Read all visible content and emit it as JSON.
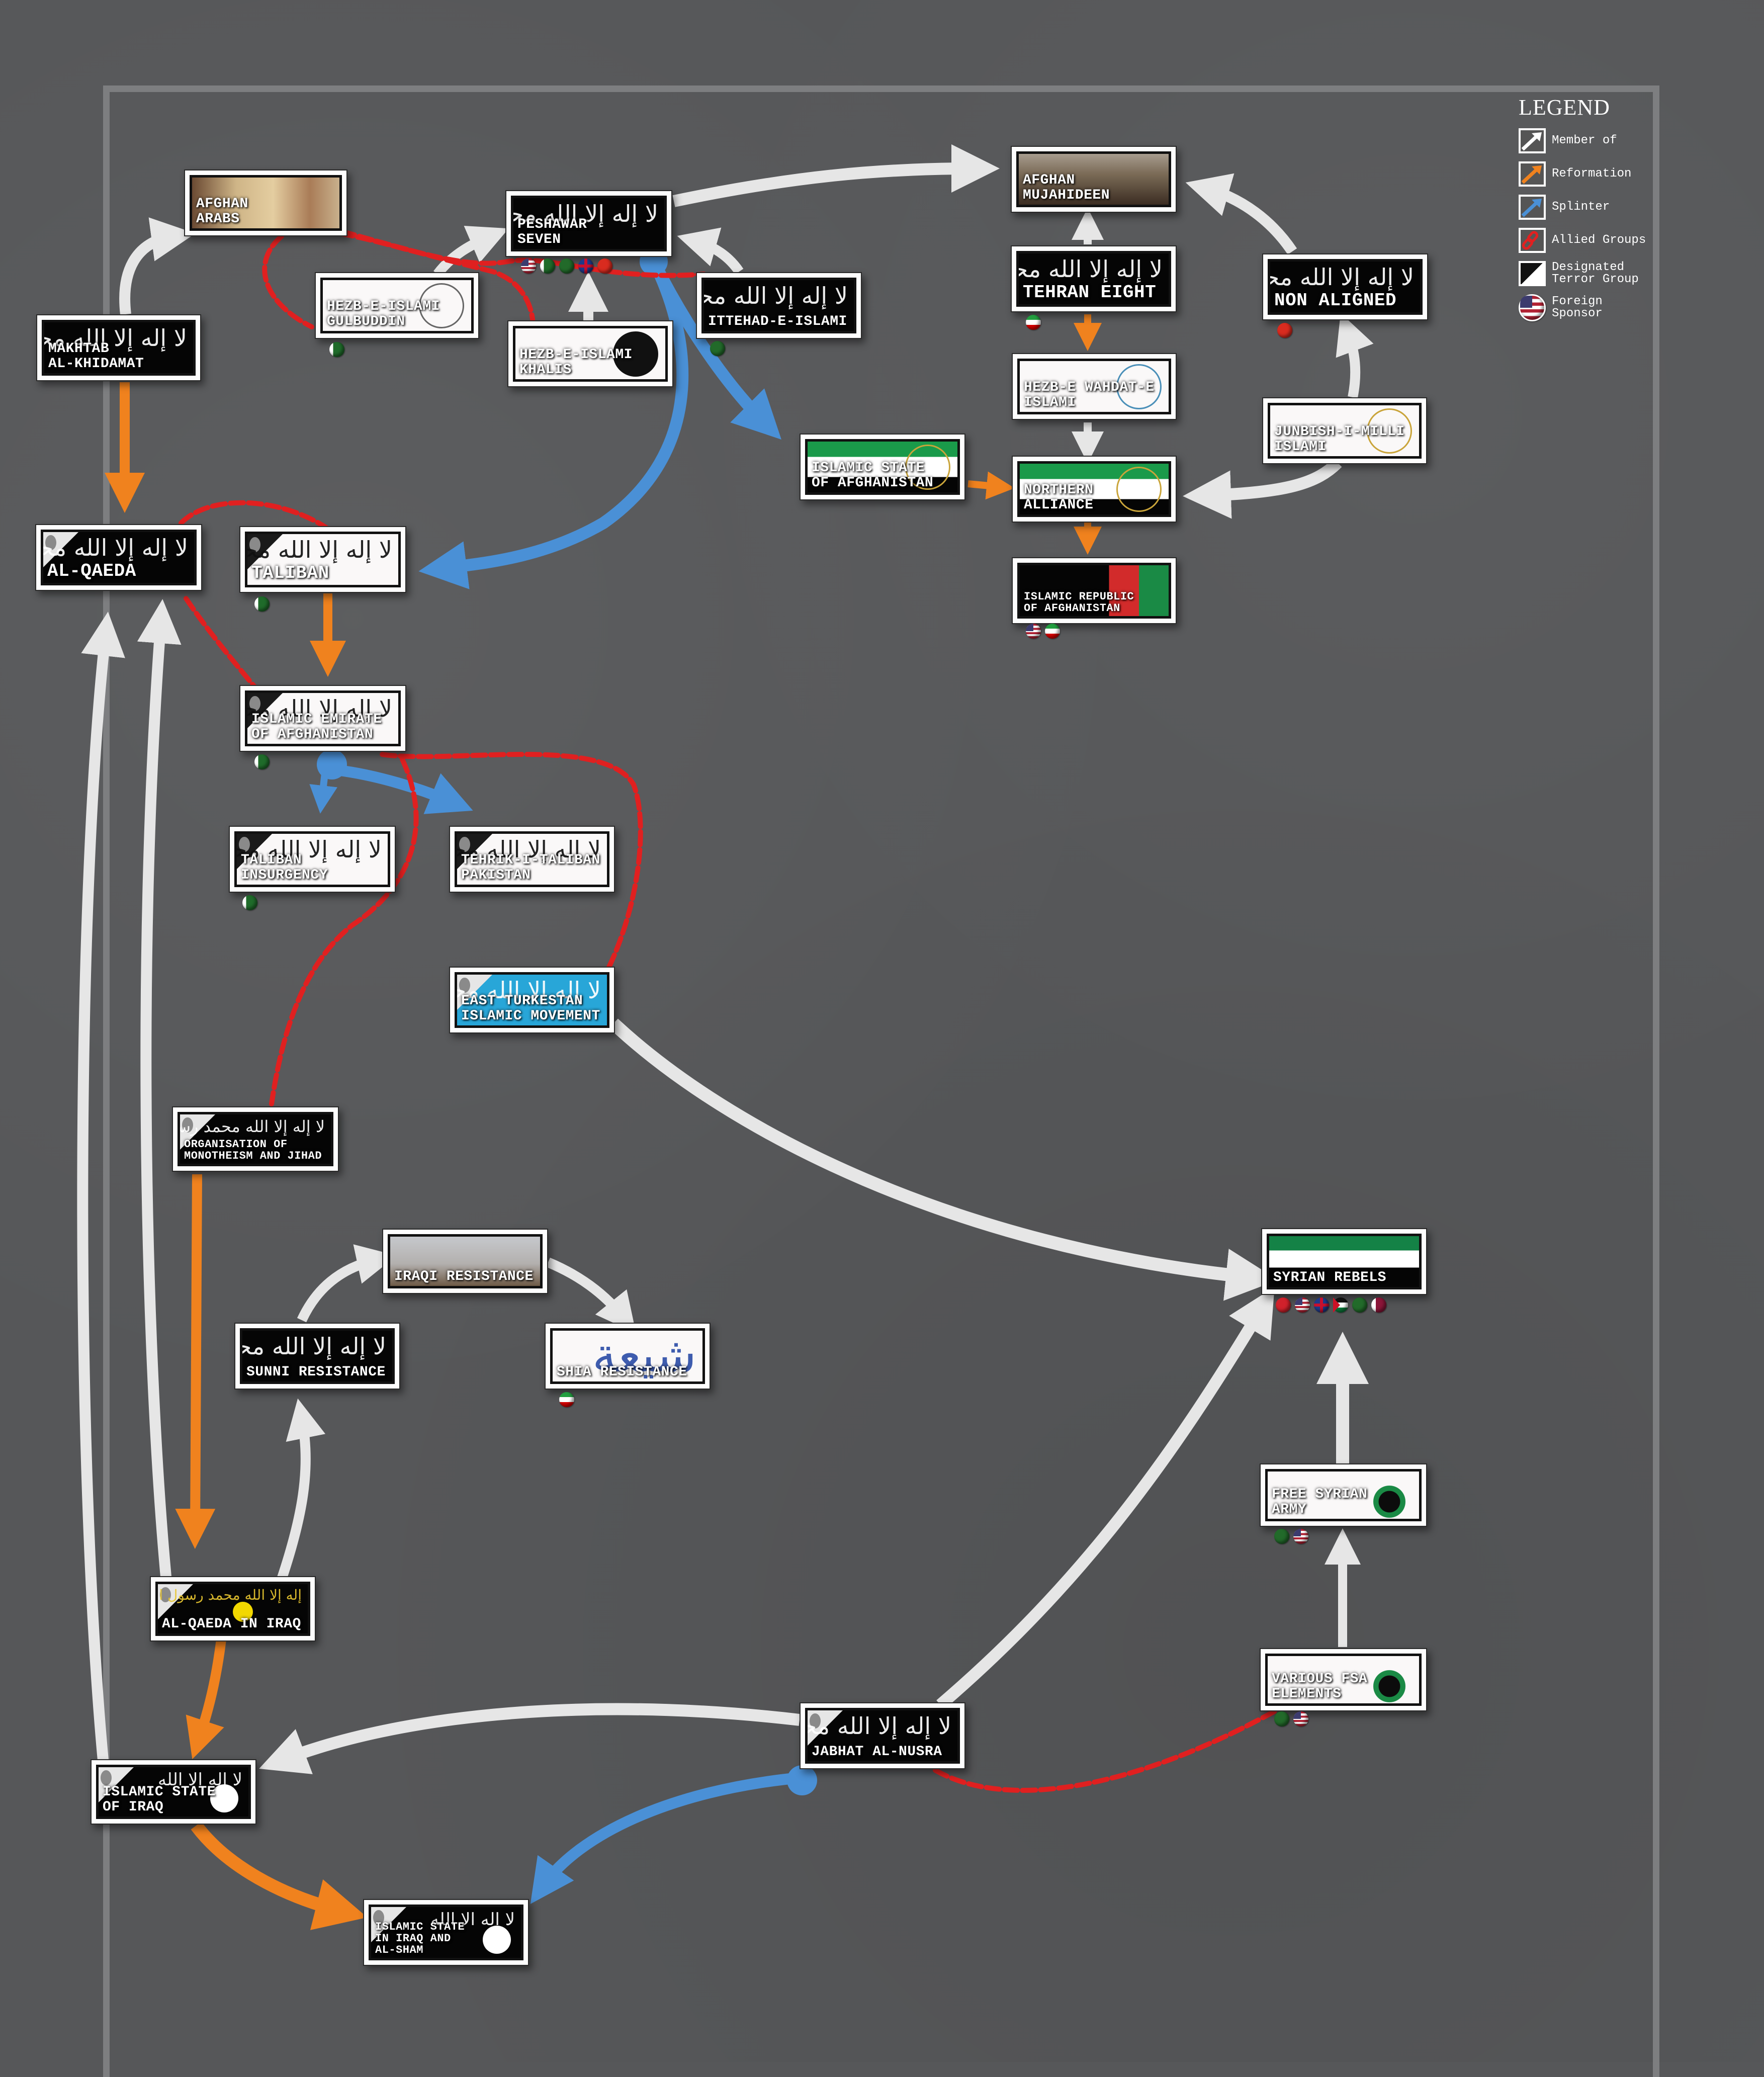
{
  "legend": {
    "title": "LEGEND",
    "items": [
      {
        "key": "member",
        "label": "Member of",
        "color": "#e6e6e6",
        "icon": "white-arrow-icon"
      },
      {
        "key": "reformation",
        "label": "Reformation",
        "color": "#f0821e",
        "icon": "orange-arrow-icon"
      },
      {
        "key": "splinter",
        "label": "Splinter",
        "color": "#4a90d6",
        "icon": "blue-arrow-icon"
      },
      {
        "key": "allied",
        "label": "Allied Groups",
        "color": "#e02020",
        "icon": "chain-link-icon"
      },
      {
        "key": "designated",
        "label": "Designated\nTerror Group",
        "icon": "skull-corner-icon"
      },
      {
        "key": "sponsor",
        "label": "Foreign\nSponsor",
        "icon": "us-flag-badge-icon"
      }
    ]
  },
  "colors": {
    "background": "#565759",
    "member": "#e6e6e6",
    "reformation": "#f0821e",
    "splinter": "#4a90d6",
    "allied": "#e02020"
  },
  "nodes": {
    "afghan_arabs": {
      "label": "AFGHAN\nARABS",
      "sponsors": []
    },
    "makhtab": {
      "label": "MAKHTAB\nAL-KHIDAMAT",
      "sponsors": []
    },
    "peshawar_seven": {
      "label": "PESHAWAR\nSEVEN",
      "sponsors": [
        "us",
        "pk",
        "sa",
        "uk",
        "cn"
      ]
    },
    "hezb_gulbuddin": {
      "label": "HEZB-E-ISLAMI\nGULBUDDIN",
      "sponsors": [
        "pk"
      ]
    },
    "hezb_khalis": {
      "label": "HEZB-E-ISLAMI\nKHALIS",
      "sponsors": []
    },
    "ittehad": {
      "label": "ITTEHAD-E-ISLAMI",
      "sponsors": [
        "sa"
      ]
    },
    "afghan_mujahideen": {
      "label": "AFGHAN\nMUJAHIDEEN",
      "sponsors": []
    },
    "tehran_eight": {
      "label": "TEHRAN EIGHT",
      "sponsors": [
        "ir"
      ]
    },
    "non_aligned": {
      "label": "NON ALIGNED",
      "sponsors": [
        "cn"
      ]
    },
    "hezb_wahdat": {
      "label": "HEZB-E WAHDAT-E\nISLAMI",
      "sponsors": []
    },
    "junbish": {
      "label": "JUNBISH-I-MILLI\nISLAMI",
      "sponsors": []
    },
    "islamic_state_afg": {
      "label": "ISLAMIC STATE\nOF AFGHANISTAN",
      "sponsors": []
    },
    "northern_alliance": {
      "label": "NORTHERN\nALLIANCE",
      "sponsors": []
    },
    "islamic_republic_afg": {
      "label": "ISLAMIC REPUBLIC\nOF AFGHANISTAN",
      "sponsors": [
        "us",
        "ir"
      ]
    },
    "al_qaeda": {
      "label": "AL-QAEDA",
      "sponsors": [],
      "designated": true
    },
    "taliban": {
      "label": "TALIBAN",
      "sponsors": [
        "pk"
      ],
      "designated": true
    },
    "islamic_emirate": {
      "label": "ISLAMIC EMIRATE\nOF AFGHANISTAN",
      "sponsors": [
        "pk"
      ],
      "designated": true
    },
    "taliban_insurgency": {
      "label": "TALIBAN\nINSURGENCY",
      "sponsors": [
        "pk"
      ],
      "designated": true
    },
    "ttp": {
      "label": "TEHRIK-I-TALIBAN\nPAKISTAN",
      "sponsors": [],
      "designated": true
    },
    "etim": {
      "label": "EAST TURKESTAN\nISLAMIC MOVEMENT",
      "sponsors": [],
      "designated": true
    },
    "omj": {
      "label": "ORGANISATION OF\nMONOTHEISM AND JIHAD",
      "sponsors": [],
      "designated": true
    },
    "iraqi_resistance": {
      "label": "IRAQI RESISTANCE",
      "sponsors": []
    },
    "sunni_resistance": {
      "label": "SUNNI RESISTANCE",
      "sponsors": []
    },
    "shia_resistance": {
      "label": "SHIA RESISTANCE",
      "sponsors": [
        "ir"
      ]
    },
    "aqi": {
      "label": "AL-QAEDA IN IRAQ",
      "sponsors": [],
      "designated": true
    },
    "isi": {
      "label": "ISLAMIC STATE\nOF IRAQ",
      "sponsors": [],
      "designated": true
    },
    "isis": {
      "label": "ISLAMIC STATE\nIN IRAQ AND\nAL-SHAM",
      "sponsors": [],
      "designated": true
    },
    "nusra": {
      "label": "JABHAT AL-NUSRA",
      "sponsors": [],
      "designated": true
    },
    "syrian_rebels": {
      "label": "SYRIAN REBELS",
      "sponsors": [
        "tr",
        "us",
        "uk",
        "jo",
        "sa",
        "qa"
      ]
    },
    "fsa": {
      "label": "FREE SYRIAN\nARMY",
      "sponsors": [
        "sa",
        "us"
      ]
    },
    "fsa_elements": {
      "label": "VARIOUS FSA\nELEMENTS",
      "sponsors": [
        "sa",
        "us"
      ]
    }
  },
  "links": [
    {
      "from": "makhtab",
      "to": "afghan_arabs",
      "type": "member"
    },
    {
      "from": "hezb_gulbuddin",
      "to": "peshawar_seven",
      "type": "member"
    },
    {
      "from": "hezb_khalis",
      "to": "peshawar_seven",
      "type": "member"
    },
    {
      "from": "ittehad",
      "to": "peshawar_seven",
      "type": "member"
    },
    {
      "from": "peshawar_seven",
      "to": "afghan_mujahideen",
      "type": "member"
    },
    {
      "from": "tehran_eight",
      "to": "afghan_mujahideen",
      "type": "member"
    },
    {
      "from": "non_aligned",
      "to": "afghan_mujahideen",
      "type": "member"
    },
    {
      "from": "junbish",
      "to": "non_aligned",
      "type": "member"
    },
    {
      "from": "junbish",
      "to": "northern_alliance",
      "type": "member"
    },
    {
      "from": "hezb_wahdat",
      "to": "northern_alliance",
      "type": "member"
    },
    {
      "from": "tehran_eight",
      "to": "hezb_wahdat",
      "type": "reformation"
    },
    {
      "from": "islamic_state_afg",
      "to": "northern_alliance",
      "type": "reformation"
    },
    {
      "from": "northern_alliance",
      "to": "islamic_republic_afg",
      "type": "reformation"
    },
    {
      "from": "peshawar_seven",
      "to": "islamic_state_afg",
      "type": "splinter"
    },
    {
      "from": "peshawar_seven",
      "to": "taliban",
      "type": "splinter"
    },
    {
      "from": "makhtab",
      "to": "al_qaeda",
      "type": "reformation"
    },
    {
      "from": "taliban",
      "to": "islamic_emirate",
      "type": "reformation"
    },
    {
      "from": "islamic_emirate",
      "to": "taliban_insurgency",
      "type": "splinter"
    },
    {
      "from": "islamic_emirate",
      "to": "ttp",
      "type": "splinter"
    },
    {
      "from": "etim",
      "to": "syrian_rebels",
      "type": "member"
    },
    {
      "from": "omj",
      "to": "aqi",
      "type": "reformation"
    },
    {
      "from": "aqi",
      "to": "al_qaeda",
      "type": "member"
    },
    {
      "from": "isi",
      "to": "al_qaeda",
      "type": "member"
    },
    {
      "from": "aqi",
      "to": "sunni_resistance",
      "type": "member"
    },
    {
      "from": "sunni_resistance",
      "to": "iraqi_resistance",
      "type": "member"
    },
    {
      "from": "iraqi_resistance",
      "to": "shia_resistance",
      "type": "member"
    },
    {
      "from": "aqi",
      "to": "isi",
      "type": "reformation"
    },
    {
      "from": "isi",
      "to": "isis",
      "type": "reformation"
    },
    {
      "from": "nusra",
      "to": "isi",
      "type": "member"
    },
    {
      "from": "nusra",
      "to": "isis",
      "type": "splinter"
    },
    {
      "from": "nusra",
      "to": "syrian_rebels",
      "type": "member"
    },
    {
      "from": "fsa",
      "to": "syrian_rebels",
      "type": "member"
    },
    {
      "from": "fsa_elements",
      "to": "fsa",
      "type": "member"
    },
    {
      "from": "afghan_arabs",
      "to": "peshawar_seven",
      "type": "allied"
    },
    {
      "from": "afghan_arabs",
      "to": "hezb_gulbuddin",
      "type": "allied"
    },
    {
      "from": "peshawar_seven",
      "to": "ittehad",
      "type": "allied"
    },
    {
      "from": "al_qaeda",
      "to": "taliban",
      "type": "allied"
    },
    {
      "from": "al_qaeda",
      "to": "islamic_emirate",
      "type": "allied"
    },
    {
      "from": "islamic_emirate",
      "to": "etim",
      "type": "allied"
    },
    {
      "from": "islamic_emirate",
      "to": "omj",
      "type": "allied"
    },
    {
      "from": "nusra",
      "to": "fsa_elements",
      "type": "allied"
    }
  ]
}
